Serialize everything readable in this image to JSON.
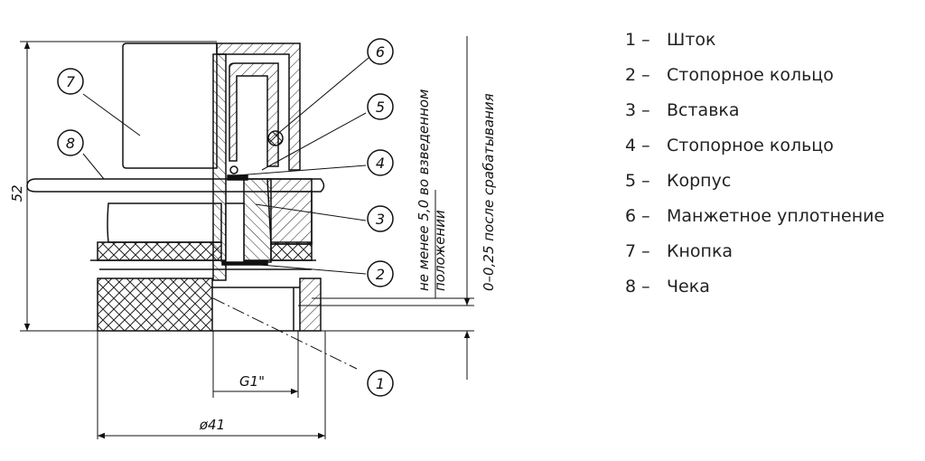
{
  "dimensions": {
    "height": "52",
    "thread": "G1\"",
    "diameter": "ø41"
  },
  "notes": {
    "cocked_line1": "не менее 5,0 во взведенном",
    "cocked_line2": "положении",
    "after_trigger": "0–0,25 после срабатывания"
  },
  "callouts": [
    "1",
    "2",
    "3",
    "4",
    "5",
    "6",
    "7",
    "8"
  ],
  "legend": [
    {
      "num": "1 –",
      "label": "Шток"
    },
    {
      "num": "2 –",
      "label": "Стопорное кольцо"
    },
    {
      "num": "3 –",
      "label": "Вставка"
    },
    {
      "num": "4 –",
      "label": "Стопорное кольцо"
    },
    {
      "num": "5 –",
      "label": "Корпус"
    },
    {
      "num": "6 –",
      "label": "Манжетное уплотнение"
    },
    {
      "num": "7 –",
      "label": "Кнопка"
    },
    {
      "num": "8 –",
      "label": "Чека"
    }
  ]
}
